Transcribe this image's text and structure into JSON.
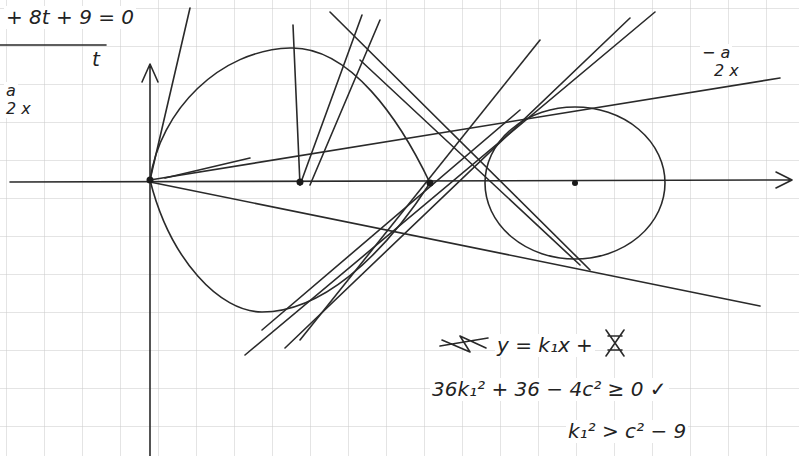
{
  "diagram": {
    "labels": [
      "+ 8t + 9 = 0",
      "t",
      "a",
      "2 x",
      "− a",
      "2 x",
      "y = k₁x +",
      "36k₁² + 36 − 4c² ≥ 0 ✓",
      "k₁² > c² − 9"
    ]
  }
}
